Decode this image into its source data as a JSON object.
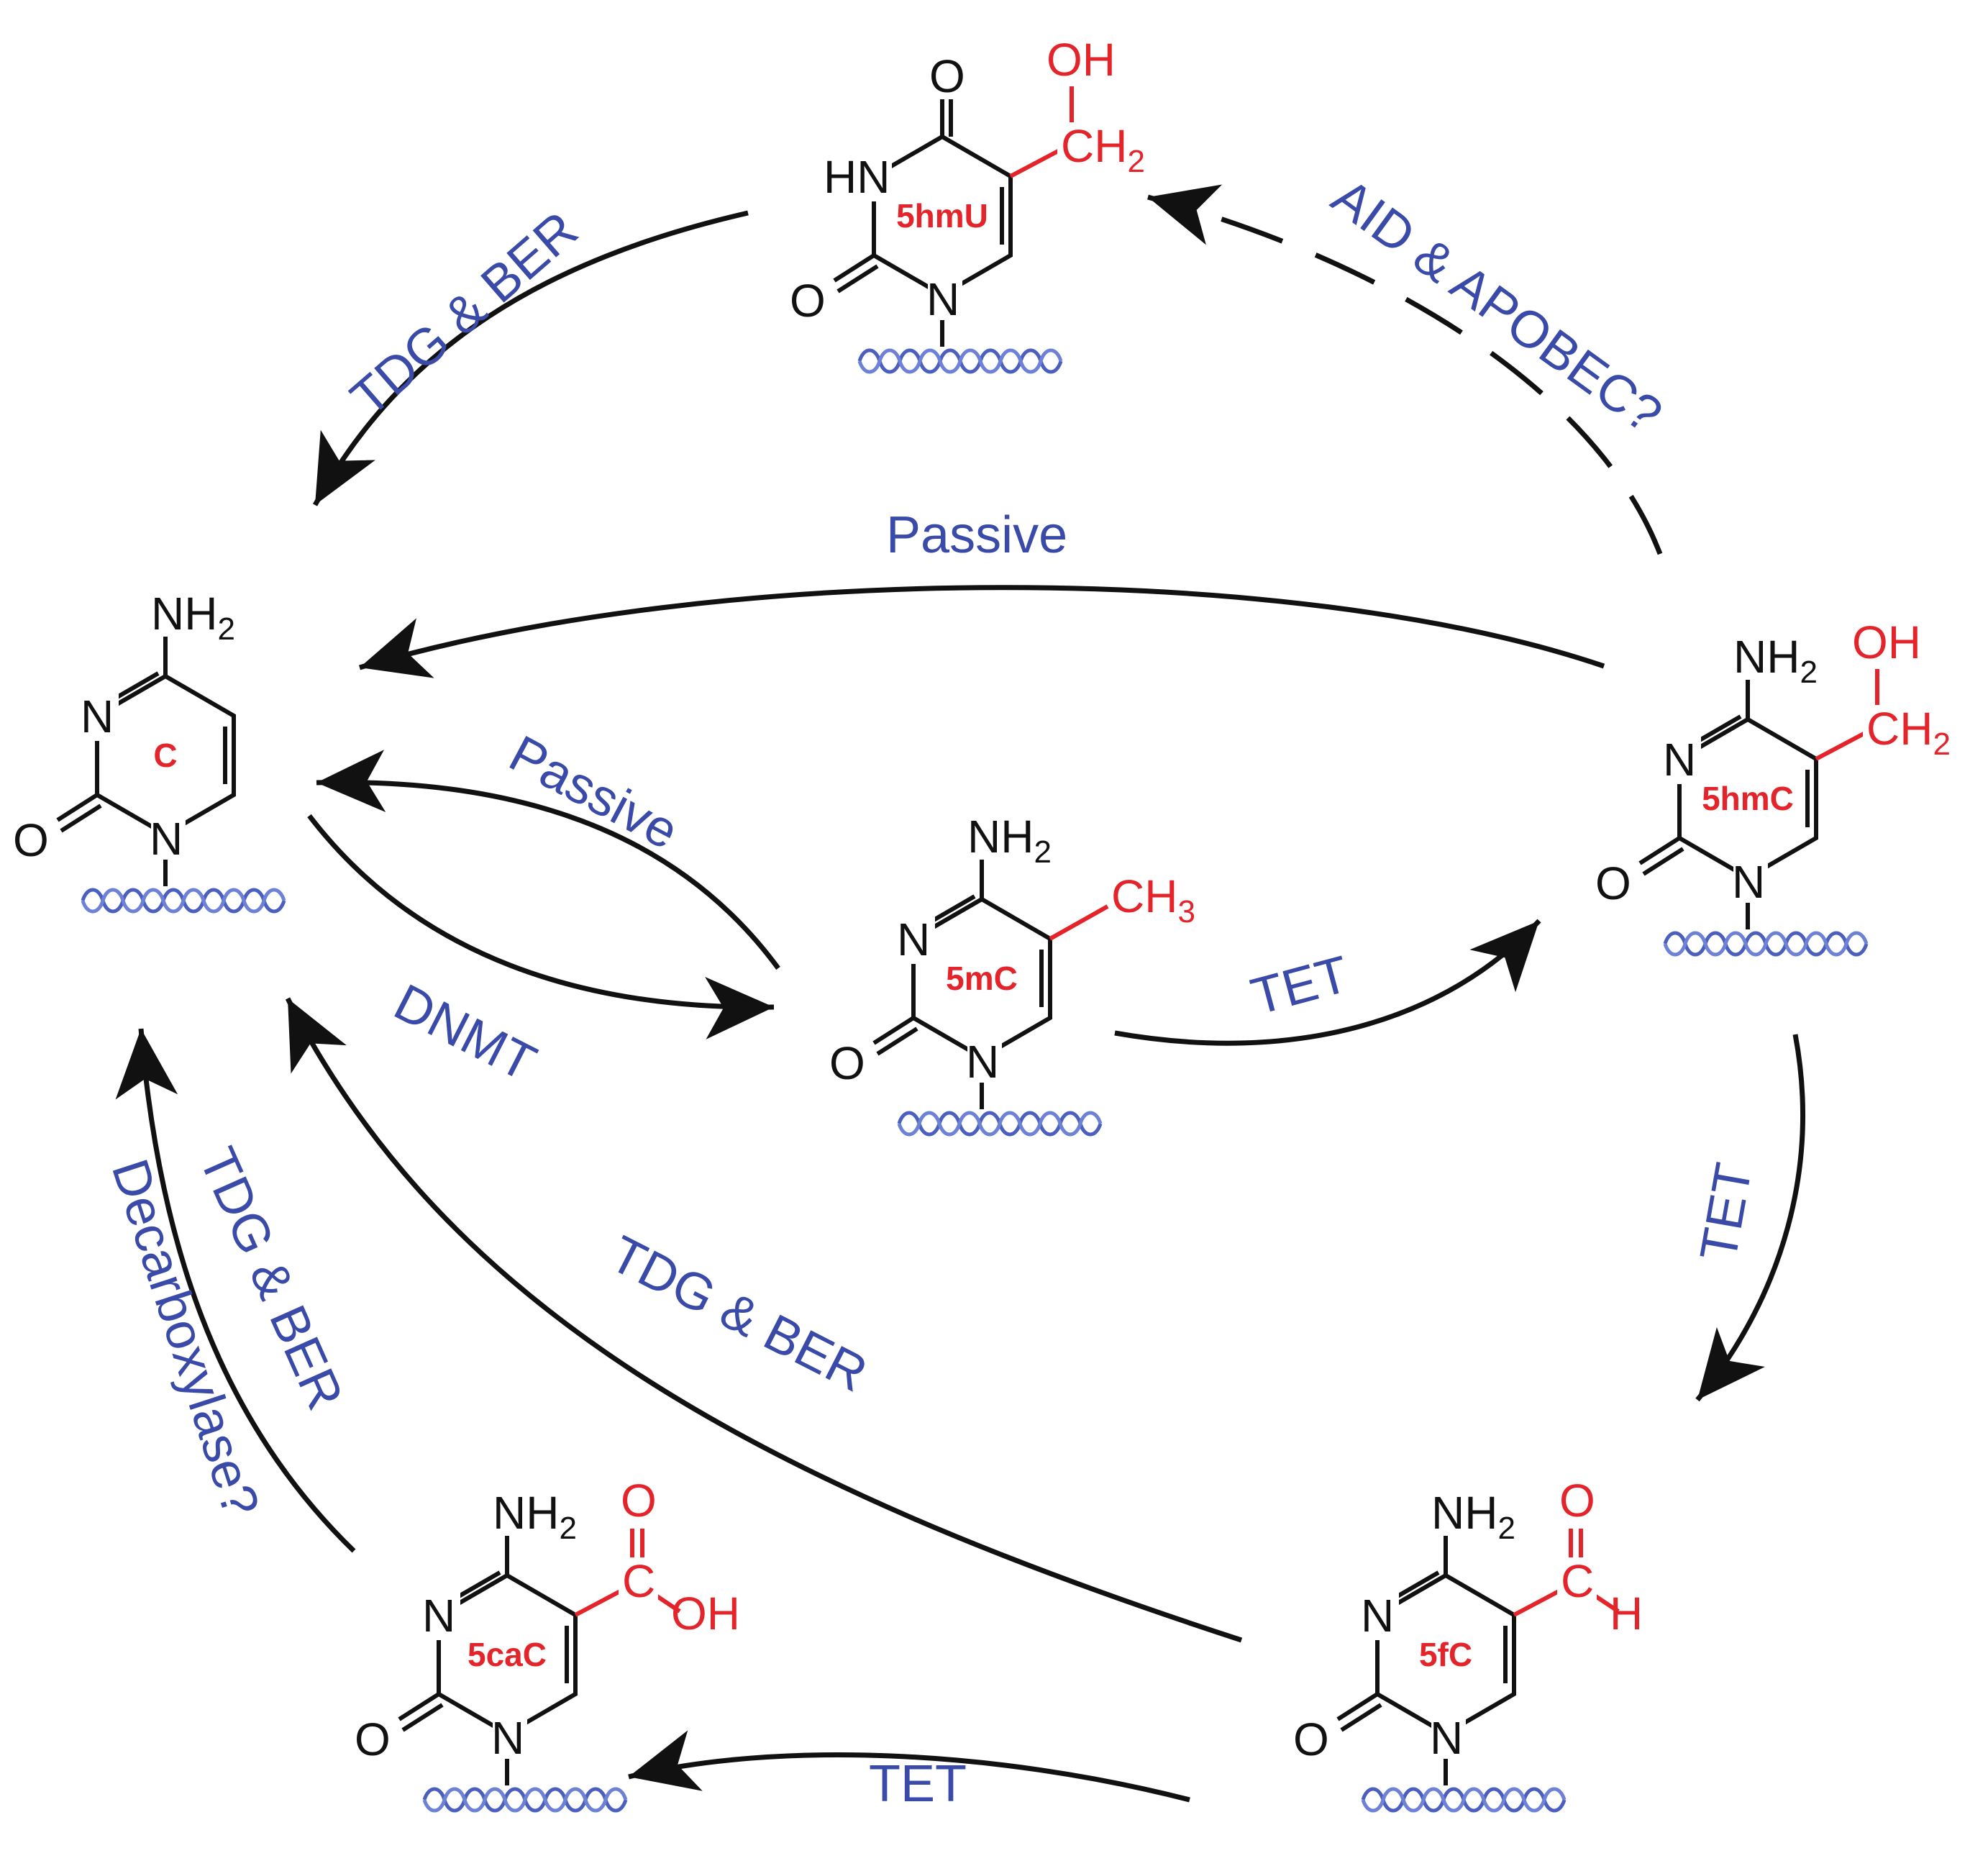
{
  "colors": {
    "black": "#111111",
    "red": "#e3242b",
    "blue": "#3a4aa8",
    "helix": "#4a5fbe"
  },
  "molecules": {
    "c": {
      "code": "C",
      "atoms": {
        "top": "NH",
        "top_sub": "2",
        "n3": "N",
        "o2": "O",
        "n1": "N"
      }
    },
    "mc": {
      "code": "5mC",
      "atoms": {
        "top": "NH",
        "top_sub": "2",
        "n3": "N",
        "o2": "O",
        "n1": "N"
      },
      "group": {
        "text": "CH",
        "sub": "3"
      }
    },
    "hmc": {
      "code": "5hmC",
      "atoms": {
        "top": "NH",
        "top_sub": "2",
        "n3": "N",
        "o2": "O",
        "n1": "N"
      },
      "group": {
        "oh": "OH",
        "ch": "CH",
        "ch_sub": "2"
      }
    },
    "hmu": {
      "code": "5hmU",
      "atoms": {
        "top": "O",
        "n3": "HN",
        "o2": "O",
        "n1": "N"
      },
      "group": {
        "oh": "OH",
        "ch": "CH",
        "ch_sub": "2"
      }
    },
    "fc": {
      "code": "5fC",
      "atoms": {
        "top": "NH",
        "top_sub": "2",
        "n3": "N",
        "o2": "O",
        "n1": "N"
      },
      "group": {
        "o": "O",
        "c": "C",
        "h": "H"
      }
    },
    "cac": {
      "code": "5caC",
      "atoms": {
        "top": "NH",
        "top_sub": "2",
        "n3": "N",
        "o2": "O",
        "n1": "N"
      },
      "group": {
        "o": "O",
        "c": "C",
        "oh": "OH"
      }
    }
  },
  "arrows": {
    "tdg_ber_top": "TDG & BER",
    "aid_apobec": "AID & APOBEC?",
    "passive_long": "Passive",
    "passive_short": "Passive",
    "dnmt": "DNMT",
    "tet_mc_hmc": "TET",
    "tet_hmc_fc": "TET",
    "tet_fc_cac": "TET",
    "tdg_ber_fc": "TDG & BER",
    "tdg_ber_cac": "TDG & BER",
    "decarboxylase": "Decarboxylase?"
  }
}
